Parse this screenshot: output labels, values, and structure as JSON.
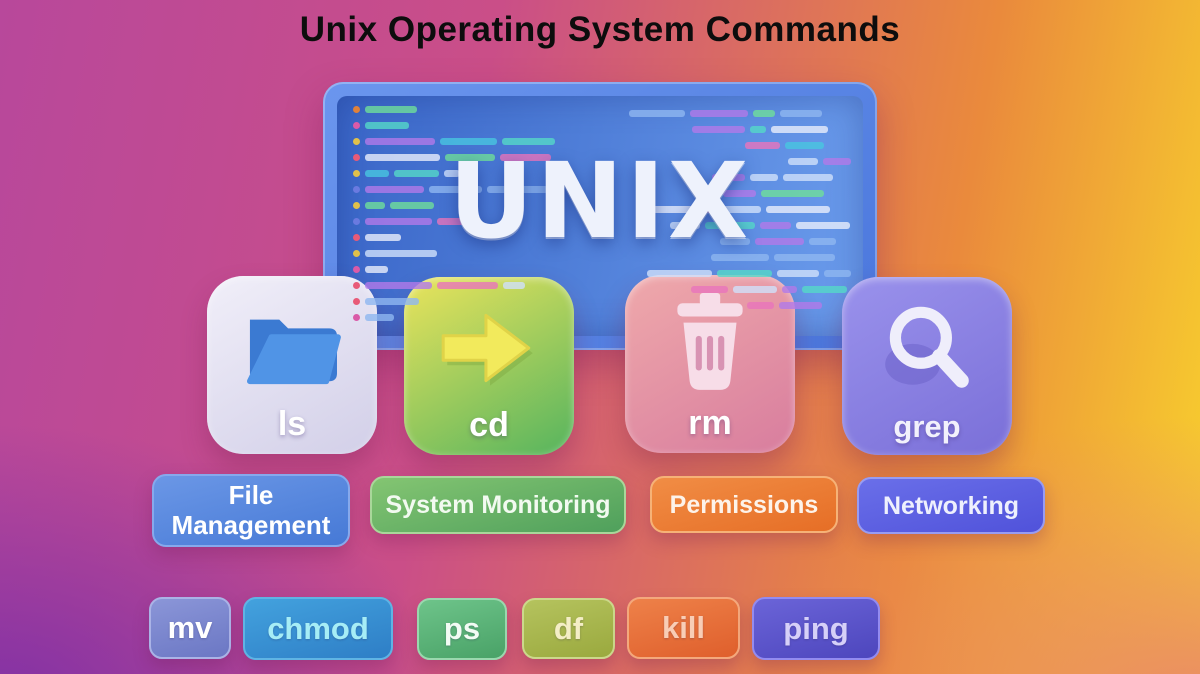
{
  "title": "Unix Operating System Commands",
  "monitor": {
    "screen_text": "UNIX",
    "bezel_color": "#4a76dc",
    "screen_color": "#4f7ed8"
  },
  "command_icons": [
    {
      "command": "ls",
      "icon": "folder-icon",
      "bg1": "#f1eff9",
      "bg2": "#d2cfe8",
      "text": "#ffffff"
    },
    {
      "command": "cd",
      "icon": "arrow-right-icon",
      "bg1": "#ebe45c",
      "bg2": "#55b45e",
      "text": "#ffffff"
    },
    {
      "command": "rm",
      "icon": "trash-icon",
      "bg1": "#efa9ab",
      "bg2": "#d87d9e",
      "text": "#ffffff"
    },
    {
      "command": "grep",
      "icon": "magnifying-glass-icon",
      "bg1": "#9a92ec",
      "bg2": "#7a6fd8",
      "text": "#f2f1fc"
    }
  ],
  "categories": [
    {
      "label": "File Management",
      "bg1": "#6b97e6",
      "bg2": "#4679d6",
      "border": "#86a9ec",
      "text": "#ffffff"
    },
    {
      "label": "System Monitoring",
      "bg1": "#84c572",
      "bg2": "#4fa05c",
      "border": "#a9d79a",
      "text": "#f2faf0"
    },
    {
      "label": "Permissions",
      "bg1": "#f18d45",
      "bg2": "#e66e26",
      "border": "#f6b277",
      "text": "#fdf3ea"
    },
    {
      "label": "Networking",
      "bg1": "#6a6fe9",
      "bg2": "#5052da",
      "border": "#989cf2",
      "text": "#eef0fd"
    }
  ],
  "commands": [
    {
      "label": "mv",
      "bg1": "#8b96d8",
      "bg2": "#6b77c4",
      "border": "#aab3e6",
      "text": "#ffffff"
    },
    {
      "label": "chmod",
      "bg1": "#43a2de",
      "bg2": "#2e7ec6",
      "border": "#5fb4e4",
      "text": "#a6edf6"
    },
    {
      "label": "ps",
      "bg1": "#6ec48a",
      "bg2": "#49a267",
      "border": "#9ad8ae",
      "text": "#f2fbf4"
    },
    {
      "label": "df",
      "bg1": "#b5c35e",
      "bg2": "#9aa93e",
      "border": "#ccd88b",
      "text": "#f4eec6"
    },
    {
      "label": "kill",
      "bg1": "#ee8149",
      "bg2": "#df5f2c",
      "border": "#f4a87c",
      "text": "#f8cdb6"
    },
    {
      "label": "ping",
      "bg1": "#6b64d8",
      "bg2": "#4d46bd",
      "border": "#938bf0",
      "text": "#d6d0f8"
    }
  ],
  "background": {
    "top_left": "#b8489b",
    "center": "#ca4e88",
    "top_right": "#f8d22d",
    "bottom_left": "#7d2fa6",
    "bottom_right": "#e98768"
  }
}
